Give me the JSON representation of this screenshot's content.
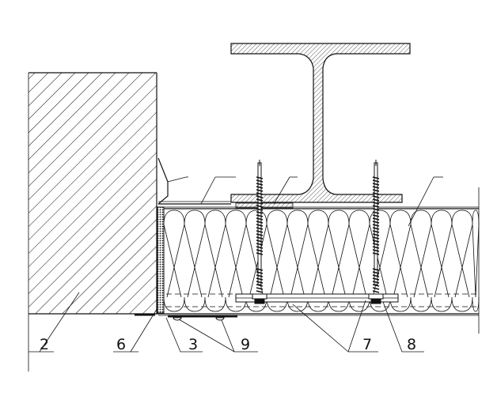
{
  "labels": {
    "l2": "2",
    "l6": "6",
    "l3": "3",
    "l9": "9",
    "l7": "7",
    "l8": "8"
  }
}
